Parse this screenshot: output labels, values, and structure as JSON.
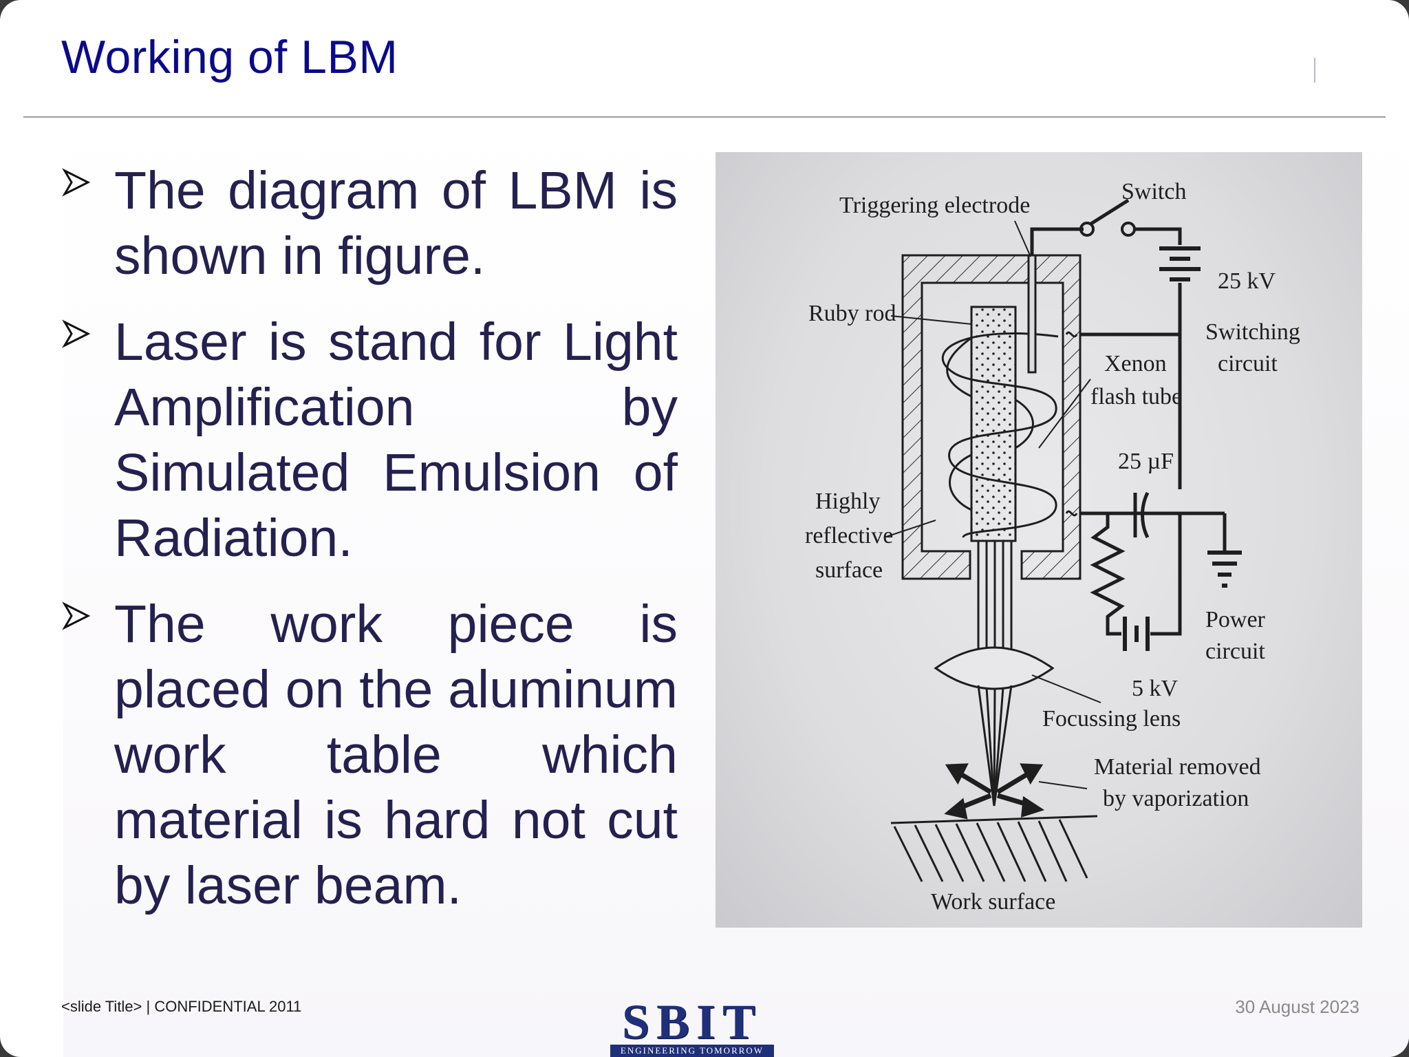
{
  "slide": {
    "title": "Working of LBM",
    "bullets": [
      "The diagram of LBM is shown in figure.",
      "Laser is stand for Light Amplification by Simulated Emulsion of Radiation.",
      "The work piece is placed on the aluminum work table which material is hard not cut by laser beam."
    ]
  },
  "figure": {
    "labels": {
      "switch": "Switch",
      "triggering_electrode": "Triggering electrode",
      "voltage_25kv": "25 kV",
      "ruby_rod": "Ruby rod",
      "switching_circuit_1": "Switching",
      "switching_circuit_2": "circuit",
      "xenon_1": "Xenon",
      "xenon_2": "flash tube",
      "capacitance": "25 µF",
      "highly_1": "Highly",
      "highly_2": "reflective",
      "highly_3": "surface",
      "power_1": "Power",
      "power_2": "circuit",
      "voltage_5kv": "5 kV",
      "focussing_lens": "Focussing lens",
      "material_1": "Material removed",
      "material_2": "by vaporization",
      "work_surface": "Work surface"
    }
  },
  "footer": {
    "left_text": "<slide Title>  |  CONFIDENTIAL  2011",
    "date": "30 August 2023",
    "logo_word": "SBIT",
    "logo_tagline": "ENGINEERING TOMORROW"
  },
  "colors": {
    "title": "#0a0a8c",
    "body_text": "#24204f",
    "logo": "#1f2f7a"
  }
}
